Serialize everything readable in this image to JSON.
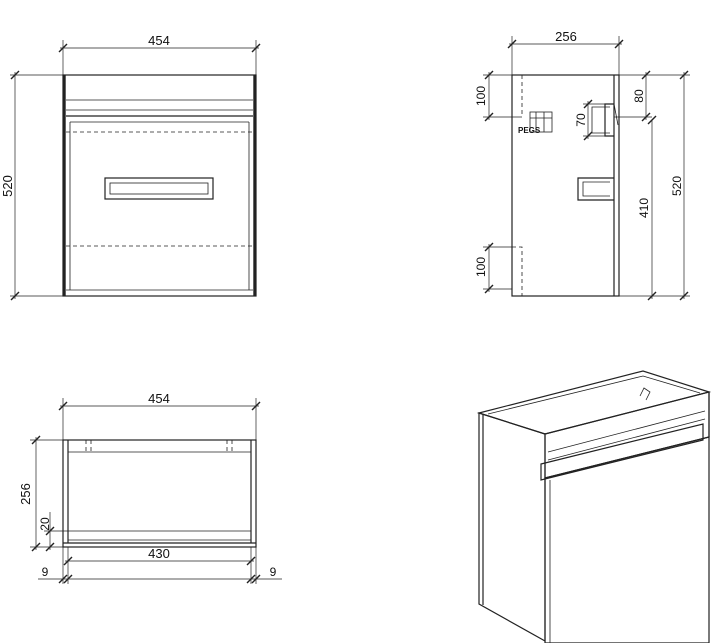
{
  "front_view": {
    "width_label": "454",
    "height_label": "520"
  },
  "side_view": {
    "depth_label": "256",
    "top_offset_label": "100",
    "bottom_offset_label": "100",
    "upper_gap_label": "80",
    "cutout_label": "70",
    "lower_height_label": "410",
    "total_height_label": "520",
    "fitting_text": "PEGS"
  },
  "top_view": {
    "width_label": "454",
    "depth_label": "256",
    "base_thickness_label": "20",
    "inner_width_label": "430",
    "left_panel_label": "9",
    "right_panel_label": "9"
  }
}
